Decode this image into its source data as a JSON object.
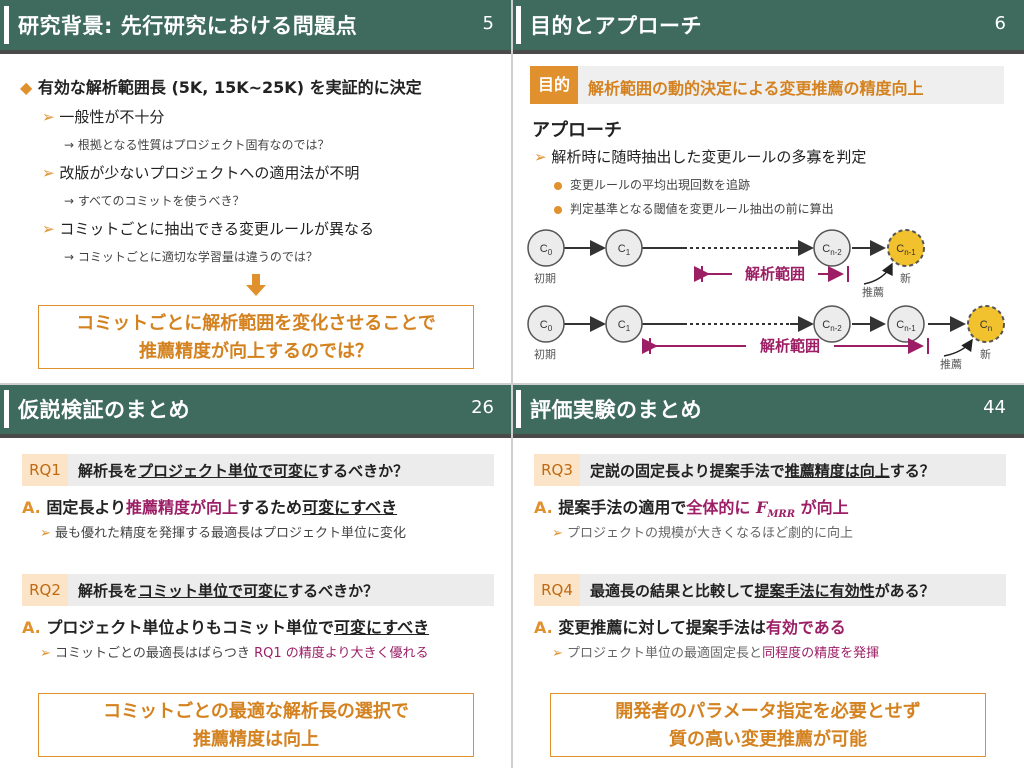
{
  "p1": {
    "title": "研究背景: 先行研究における問題点",
    "num": "5",
    "main": "有効な解析範囲長 (5K, 15K~25K) を実証的に決定",
    "items": [
      {
        "l2": "一般性が不十分",
        "l3": "→ 根拠となる性質はプロジェクト固有なのでは？"
      },
      {
        "l2": "改版が少ないプロジェクトへの適用法が不明",
        "l3": "→ すべてのコミットを使うべき？"
      },
      {
        "l2": "コミットごとに抽出できる変更ルールが異なる",
        "l3": "→ コミットごとに適切な学習量は違うのでは？"
      }
    ],
    "conclusion_1": "コミットごとに解析範囲を変化させることで",
    "conclusion_2": "推薦精度が向上するのでは？"
  },
  "p2": {
    "title": "目的とアプローチ",
    "num": "6",
    "purpose_tag": "目的",
    "purpose": "解析範囲の動的決定による変更推薦の精度向上",
    "approach": "アプローチ",
    "l2": "解析時に随時抽出した変更ルールの多寡を判定",
    "bullets": [
      "変更ルールの平均出現回数を追跡",
      "判定基準となる閾値を変更ルール抽出の前に算出"
    ],
    "diagram": {
      "initial": "初期",
      "range": "解析範囲",
      "recommend": "推薦",
      "new": "新"
    }
  },
  "p3": {
    "title": "仮説検証のまとめ",
    "num": "26",
    "rq1": {
      "tag": "RQ1",
      "q_a": "解析長を",
      "q_u": "プロジェクト単位で可変に",
      "q_b": "するべきか？",
      "ans_a": "A.",
      "ans_1": "固定長より",
      "ans_2": "推薦精度が向上",
      "ans_3": "するため",
      "ans_4": "可変にすべき",
      "sub": "最も優れた精度を発揮する最適長はプロジェクト単位に変化"
    },
    "rq2": {
      "tag": "RQ2",
      "q_a": "解析長を",
      "q_u": "コミット単位で可変に",
      "q_b": "するべきか？",
      "ans_a": "A.",
      "ans_1": "プロジェクト単位よりもコミット単位で",
      "ans_2": "可変にすべき",
      "sub_1": "コミットごとの最適長はばらつき",
      "sub_2": "RQ1 の精度より大きく優れる"
    },
    "conclusion_1": "コミットごとの最適な解析長の選択で",
    "conclusion_2": "推薦精度は向上"
  },
  "p4": {
    "title": "評価実験のまとめ",
    "num": "44",
    "rq3": {
      "tag": "RQ3",
      "q_a": "定説の固定長より提案手法で",
      "q_u": "推薦精度は向上",
      "q_b": "する？",
      "ans_a": "A.",
      "ans_1": "提案手法の適用で",
      "ans_2": "全体的に",
      "ans_f": "F",
      "ans_sub": "MRR",
      "ans_3": " が向上",
      "sub": "プロジェクトの規模が大きくなるほど劇的に向上"
    },
    "rq4": {
      "tag": "RQ4",
      "q_a": "最適長の結果と比較して",
      "q_u": "提案手法に有効性",
      "q_b": "がある？",
      "ans_a": "A.",
      "ans_1": "変更推薦に対して提案手法は",
      "ans_2": "有効である",
      "sub_1": "プロジェクト単位の最適固定長と",
      "sub_2": "同程度の精度を発揮"
    },
    "conclusion_1": "開発者のパラメータ指定を必要とせず",
    "conclusion_2": "質の高い変更推薦が可能"
  },
  "colors": {
    "header": "#3e6b5e",
    "accent": "#e0902c",
    "magenta": "#9c1f66",
    "node_new": "#f2c12e"
  }
}
